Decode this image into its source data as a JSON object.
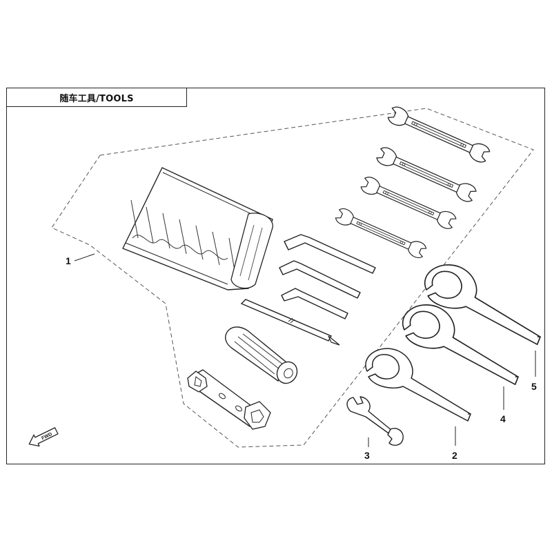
{
  "title": "随车工具/TOOLS",
  "callouts": {
    "c1": "1",
    "c2": "2",
    "c3": "3",
    "c4": "4",
    "c5": "5"
  },
  "fwd_badge": "FWD",
  "icons": [
    "tool-roll-pouch-icon",
    "open-end-wrench-icon",
    "hex-key-icon",
    "screwdriver-icon",
    "spark-plug-socket-icon",
    "tubular-box-wrench-icon",
    "hook-spanner-icon",
    "fwd-arrow-icon"
  ]
}
